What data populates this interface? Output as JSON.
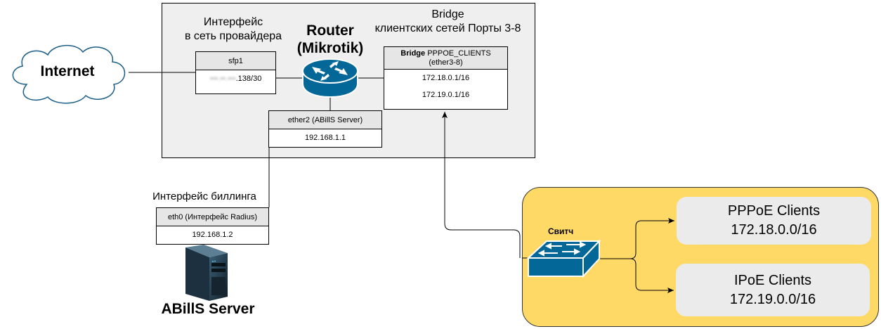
{
  "internet": {
    "label": "Internet",
    "icon": "cloud-icon"
  },
  "router": {
    "title_line1": "Router",
    "title_line2": "(Mikrotik)",
    "icon": "router-icon",
    "wan_caption_line1": "Интерфейс",
    "wan_caption_line2": "в сеть провайдера",
    "bridge_caption_line1": "Bridge",
    "bridge_caption_line2": "клиентских сетей Порты 3-8",
    "sfp1": {
      "header": "sfp1",
      "address_masked": "•••.••.•••",
      "address_suffix": ".138/30"
    },
    "bridge": {
      "header_bold": "Bridge",
      "header_name": " PPPOE_CLIENTS",
      "header_ports": "(ether3-8)",
      "addresses": [
        "172.18.0.1/16",
        "172.19.0.1/16"
      ]
    },
    "ether2": {
      "header": "ether2 (ABillS Server)",
      "address": "192.168.1.1"
    }
  },
  "billing": {
    "caption": "Интерфейс биллинга",
    "eth0": {
      "header": "eth0 (Интерфейс Radius)",
      "address": "192.168.1.2"
    },
    "server_label": "ABillS Server",
    "icon": "server-icon"
  },
  "clients_zone": {
    "switch_label": "Свитч",
    "switch_icon": "switch-icon",
    "groups": [
      {
        "name": "PPPoE Clients",
        "subnet": "172.18.0.0/16"
      },
      {
        "name": "IPoE Clients",
        "subnet": "172.19.0.0/16"
      }
    ]
  },
  "colors": {
    "frame_bg": "#efefef",
    "header_bg": "#e6e6e6",
    "zone_bg": "#ffd966",
    "client_bg": "#ebebeb",
    "cisco_blue": "#036897",
    "cloud_stroke": "#1a5e86"
  }
}
